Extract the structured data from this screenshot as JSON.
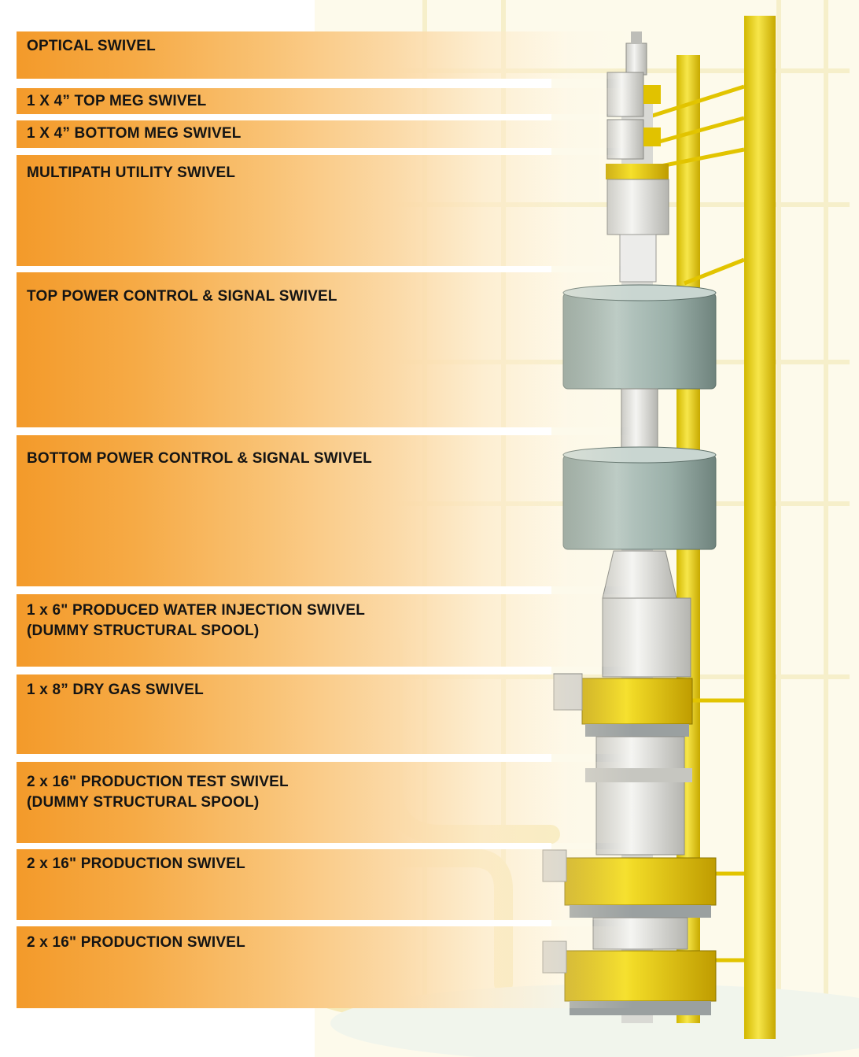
{
  "labels": {
    "optical": "OPTICAL SWIVEL",
    "top_meg": "1 X 4” TOP MEG SWIVEL",
    "bottom_meg": "1 X 4” BOTTOM MEG SWIVEL",
    "multipath": "MULTIPATH UTILITY SWIVEL",
    "top_power": "TOP POWER CONTROL & SIGNAL SWIVEL",
    "bottom_power": "BOTTOM POWER CONTROL & SIGNAL SWIVEL",
    "water_injection": "1 x 6\" PRODUCED WATER INJECTION SWIVEL",
    "water_injection_note": "(DUMMY STRUCTURAL SPOOL)",
    "dry_gas": "1 x 8” DRY GAS SWIVEL",
    "production_test": "2 x 16\" PRODUCTION TEST SWIVEL",
    "production_test_note": "(DUMMY STRUCTURAL SPOOL)",
    "production_1": "2 x 16\" PRODUCTION SWIVEL",
    "production_2": "2 x 16\" PRODUCTION SWIVEL"
  },
  "colors": {
    "band_orange": "#f39a2a",
    "structure_yellow": "#f2d800",
    "swivel_grey_green": "#9fb3ac",
    "swivel_white": "#e9e9e6",
    "text": "#141414"
  }
}
